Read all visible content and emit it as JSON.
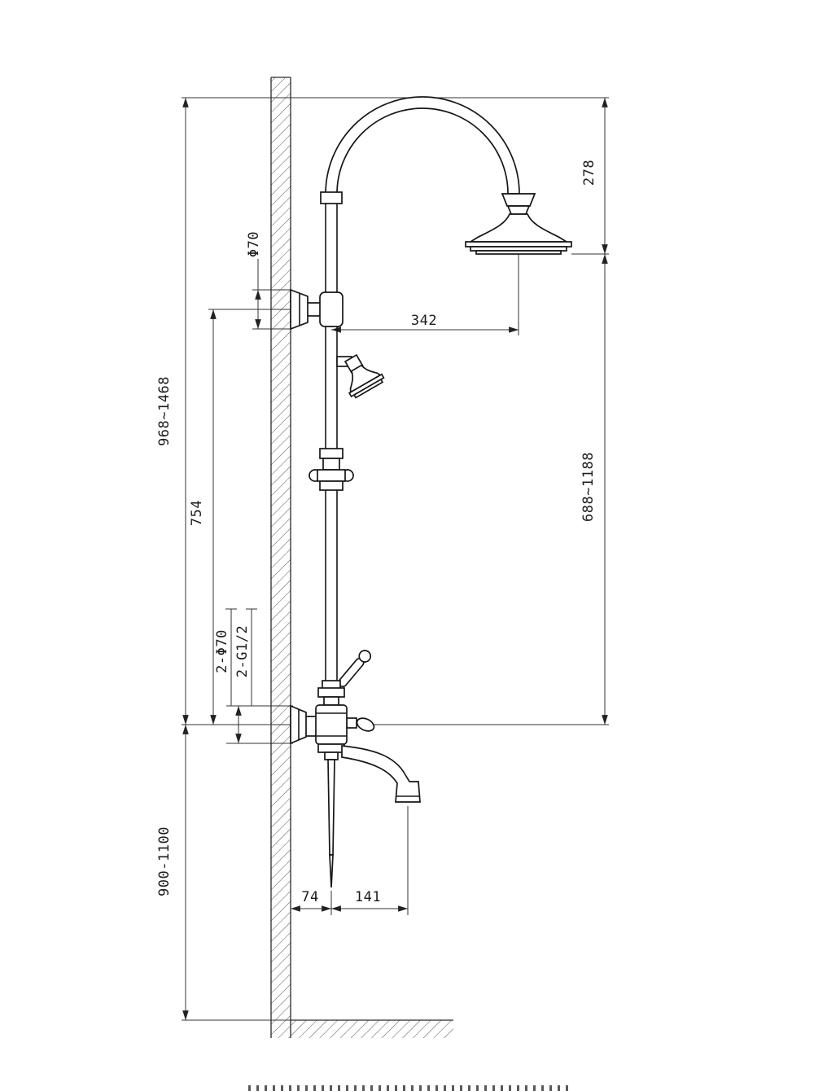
{
  "drawing": {
    "colors": {
      "line": "#1a1a1a",
      "dimension": "#333333",
      "background": "#ffffff"
    }
  },
  "dim_labels": {
    "riser_flange_diameter": "Φ70",
    "head_height_offset": "278",
    "arm_reach": "342",
    "overall_height_range": "968~1468",
    "bracket_to_mixer": "754",
    "head_to_mixer_range": "688~1188",
    "wall_flange_diameter_2x": "2-Φ70",
    "wall_thread_size_2x": "2-G1/2",
    "mixer_install_height_range": "900-1100",
    "wall_to_riser_offset": "74",
    "riser_to_spout_outlet": "141"
  }
}
